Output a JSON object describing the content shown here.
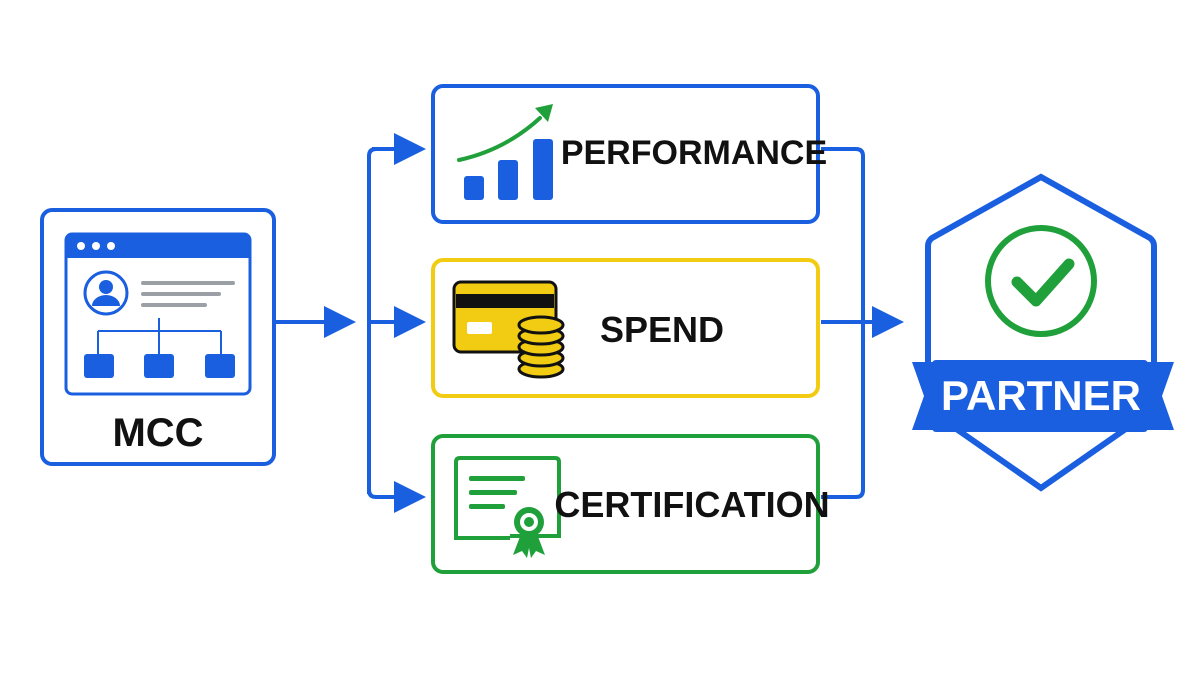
{
  "nodes": {
    "mcc": {
      "label": "MCC"
    },
    "performance": {
      "label": "PERFORMANCE"
    },
    "spend": {
      "label": "SPEND"
    },
    "certification": {
      "label": "CERTIFICATION"
    },
    "partner": {
      "label": "PARTNER"
    }
  },
  "colors": {
    "blue": "#1a5fe0",
    "yellow": "#f2cc12",
    "green": "#20a03a",
    "text": "#111111",
    "gray": "#9aa0a6"
  }
}
